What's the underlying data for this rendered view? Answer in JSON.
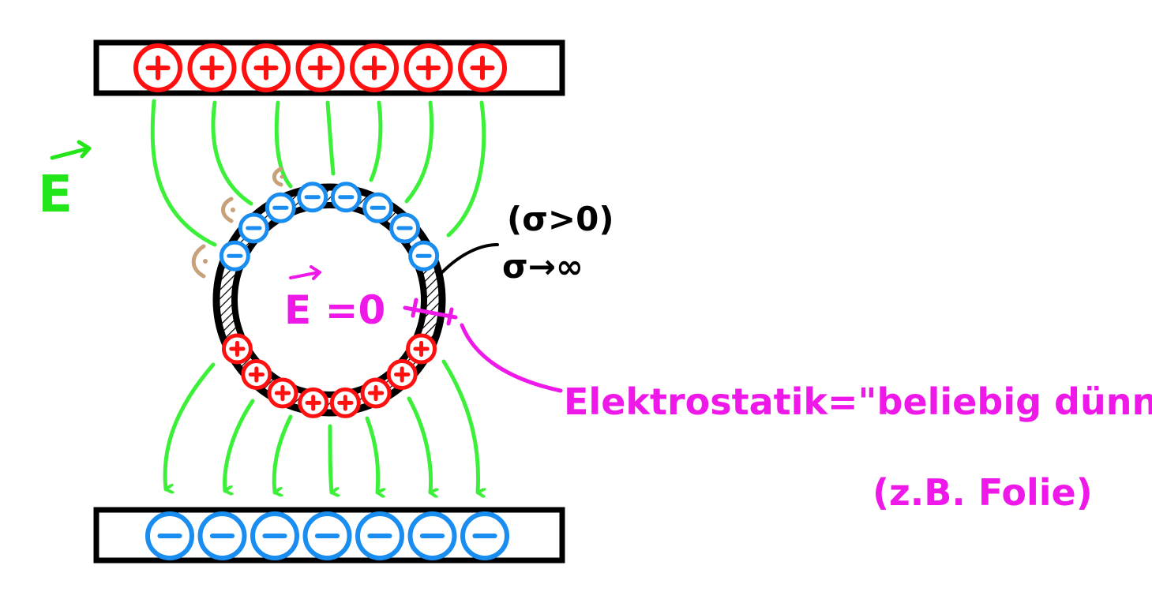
{
  "colors": {
    "field_line": "#3cf03a",
    "positive_charge": "#ff1010",
    "negative_charge": "#1a8ef0",
    "plate_outline": "#000000",
    "label_field": "#22e51a",
    "label_annotation": "#ee19e8",
    "label_black": "#000000",
    "right_angle_mark": "#c8a07a"
  },
  "plates": {
    "top": {
      "charge_sign": "+",
      "charge_count": 7
    },
    "bottom": {
      "charge_sign": "-",
      "charge_count": 7
    }
  },
  "conductor_ring": {
    "induced_negative": {
      "sign": "-",
      "count": 8
    },
    "induced_positive": {
      "sign": "+",
      "count": 8
    }
  },
  "labels": {
    "field_symbol": "E",
    "inside_field": "E =0",
    "conductivity_condition": "(σ>0)",
    "conductivity_limit": "σ→∞",
    "thickness_note": "Elektrostatik=\"beliebig dünn\"",
    "example_note": "(z.B. Folie)"
  },
  "icons": {
    "vector_arrow": "vector-arrow-icon",
    "right_angle": "right-angle-mark-icon",
    "hatching": "hatch-pattern"
  }
}
